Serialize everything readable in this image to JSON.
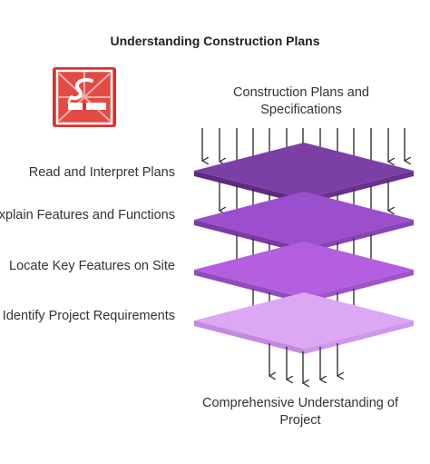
{
  "title": "Understanding Construction Plans",
  "top_text": "Construction Plans and Specifications",
  "bottom_text": "Comprehensive Understanding of Project",
  "layers": [
    {
      "label": "Read and Interpret Plans",
      "color": "#7b3fa6"
    },
    {
      "label": "Explain Features and Functions",
      "color": "#9b4fcc"
    },
    {
      "label": "Locate Key Features on Site",
      "color": "#b35fdf"
    },
    {
      "label": "Identify Project Requirements",
      "color": "#dca7f3"
    }
  ],
  "icon": {
    "name": "construction-plan-icon",
    "color": "#d9312f"
  }
}
